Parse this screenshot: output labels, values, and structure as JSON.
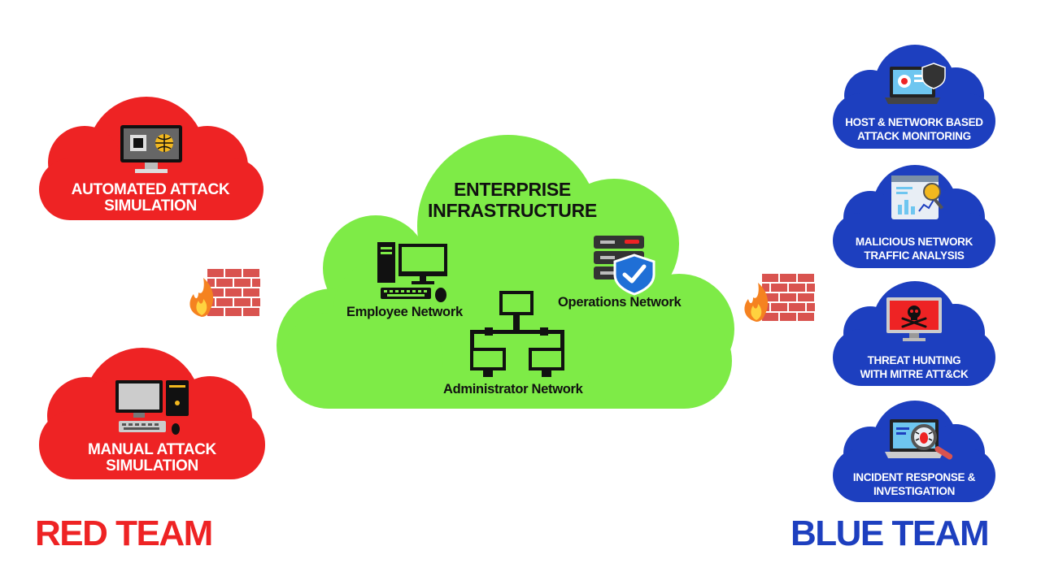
{
  "colors": {
    "red": "#ee2324",
    "blue": "#1d3fbf",
    "green": "#7eeb47",
    "brick": "#d9534f"
  },
  "center": {
    "title_line1": "ENTERPRISE",
    "title_line2": "INFRASTRUCTURE",
    "employee_network": "Employee Network",
    "operations_network": "Operations Network",
    "administrator_network": "Administrator Network"
  },
  "red_team": {
    "title": "RED TEAM",
    "clouds": [
      {
        "line1": "AUTOMATED ATTACK",
        "line2": "SIMULATION",
        "icon": "monitor-chip-globe-icon"
      },
      {
        "line1": "MANUAL ATTACK",
        "line2": "SIMULATION",
        "icon": "desktop-computer-icon"
      }
    ]
  },
  "blue_team": {
    "title": "BLUE TEAM",
    "clouds": [
      {
        "line1": "HOST & NETWORK BASED",
        "line2": "ATTACK MONITORING",
        "icon": "laptop-shield-icon"
      },
      {
        "line1": "MALICIOUS NETWORK",
        "line2": "TRAFFIC ANALYSIS",
        "icon": "analytics-board-icon"
      },
      {
        "line1": "THREAT HUNTING",
        "line2": "WITH MITRE ATT&CK",
        "icon": "skull-monitor-icon"
      },
      {
        "line1": "INCIDENT RESPONSE &",
        "line2": "INVESTIGATION",
        "icon": "laptop-bug-magnifier-icon"
      }
    ]
  },
  "icons": {
    "firewall": "firewall-icon"
  }
}
